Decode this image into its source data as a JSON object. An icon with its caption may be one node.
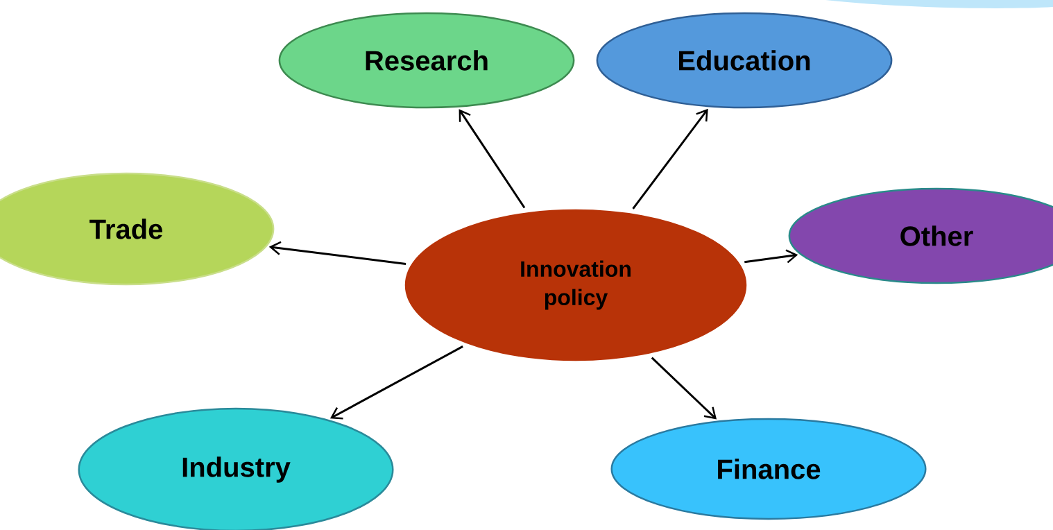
{
  "diagram": {
    "nodes": [
      {
        "text": [
          "Research"
        ]
      },
      {
        "text": [
          "Education"
        ]
      },
      {
        "text": [
          "Trade"
        ]
      },
      {
        "text": [
          "Other"
        ]
      },
      {
        "text": [
          "Innovation policy"
        ]
      },
      {
        "text": [
          "Industry"
        ]
      },
      {
        "text": [
          "Finance"
        ]
      }
    ],
    "edges": [
      {
        "from": 4,
        "to": 0,
        "arrow": "to"
      },
      {
        "from": 4,
        "to": 1,
        "arrow": "to"
      },
      {
        "from": 4,
        "to": 2,
        "arrow": "to"
      },
      {
        "from": 4,
        "to": 3,
        "arrow": "to"
      },
      {
        "from": 4,
        "to": 5,
        "arrow": "to"
      },
      {
        "from": 4,
        "to": 6,
        "arrow": "to"
      }
    ]
  }
}
